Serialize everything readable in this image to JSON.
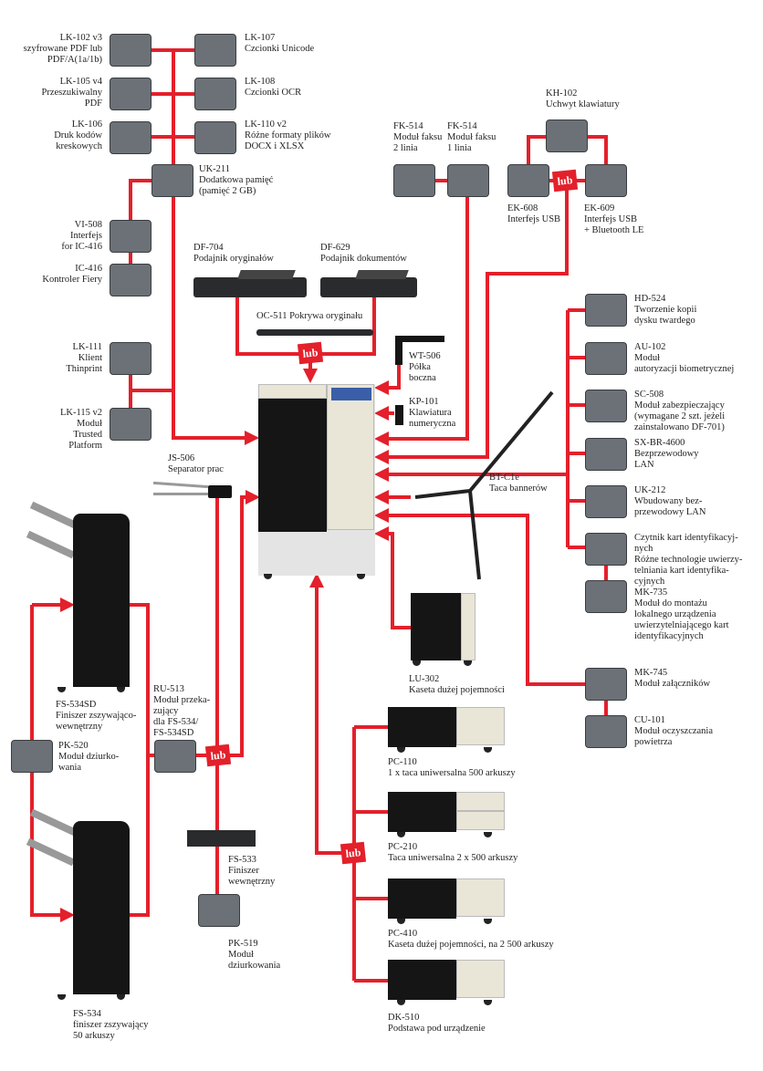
{
  "colors": {
    "connector": "#e3202b",
    "module_box": "#6b7177",
    "or_badge": "#e3202b"
  },
  "or_label": "lub",
  "items": {
    "lk102": {
      "model": "LK-102 v3",
      "desc": "szyfrowane PDF lub\nPDF/A(1a/1b)"
    },
    "lk107": {
      "model": "LK-107",
      "desc": "Czcionki Unicode"
    },
    "lk105": {
      "model": "LK-105 v4",
      "desc": "Przeszukiwalny\nPDF"
    },
    "lk108": {
      "model": "LK-108",
      "desc": "Czcionki OCR"
    },
    "lk106": {
      "model": "LK-106",
      "desc": "Druk kodów\nkreskowych"
    },
    "lk110": {
      "model": "LK-110 v2",
      "desc": "Różne formaty plików\nDOCX i XLSX"
    },
    "uk211": {
      "model": "UK-211",
      "desc": "Dodatkowa pamięć\n(pamięć 2 GB)"
    },
    "vi508": {
      "model": "VI-508",
      "desc": "Interfejs\nfor IC-416"
    },
    "ic416": {
      "model": "IC-416",
      "desc": "Kontroler Fiery"
    },
    "lk111": {
      "model": "LK-111",
      "desc": "Klient\nThinprint"
    },
    "lk115": {
      "model": "LK-115 v2",
      "desc": "Moduł\nTrusted\nPlatform"
    },
    "df704": {
      "model": "DF-704",
      "desc": "Podajnik oryginałów"
    },
    "df629": {
      "model": "DF-629",
      "desc": "Podajnik dokumentów"
    },
    "oc511": {
      "model": "OC-511 Pokrywa oryginału"
    },
    "wt506": {
      "model": "WT-506",
      "desc": "Półka\nboczna"
    },
    "kp101": {
      "model": "KP-101",
      "desc": "Klawiatura\nnumeryczna"
    },
    "fk514_2": {
      "model": "FK-514",
      "desc": "Moduł faksu\n2 linia"
    },
    "fk514_1": {
      "model": "FK-514",
      "desc": "Moduł faksu\n1 linia"
    },
    "kh102": {
      "model": "KH-102",
      "desc": "Uchwyt klawiatury"
    },
    "ek608": {
      "model": "EK-608",
      "desc": "Interfejs USB"
    },
    "ek609": {
      "model": "EK-609",
      "desc": "Interfejs USB\n+ Bluetooth LE"
    },
    "hd524": {
      "model": "HD-524",
      "desc": "Tworzenie kopii\ndysku twardego"
    },
    "au102": {
      "model": "AU-102",
      "desc": "Moduł\nautoryzacji biometrycznej"
    },
    "sc508": {
      "model": "SC-508",
      "desc": "Moduł zabezpieczający\n(wymagane 2 szt. jeżeli\nzainstalowano DF-701)"
    },
    "sxbr": {
      "model": "SX-BR-4600",
      "desc": "Bezprzewodowy\nLAN"
    },
    "uk212": {
      "model": "UK-212",
      "desc": "Wbudowany bez-\nprzewodowy LAN"
    },
    "idcard": {
      "model": "Czytnik kart identyfikacyj-\nnych",
      "desc": "Różne technologie uwierzy-\ntelniania kart identyfika-\ncyjnych"
    },
    "mk735": {
      "model": "MK-735",
      "desc": "Moduł do montażu\nlokalnego urządzenia\nuwierzytelniającego kart\nidentyfikacyjnych"
    },
    "mk745": {
      "model": "MK-745",
      "desc": "Moduł załączników"
    },
    "cu101": {
      "model": "CU-101",
      "desc": "Moduł oczyszczania\npowietrza"
    },
    "js506": {
      "model": "JS-506",
      "desc": "Separator prac"
    },
    "btc1e": {
      "model": "BT-C1e",
      "desc": "Taca bannerów"
    },
    "lu302": {
      "model": "LU-302",
      "desc": "Kaseta dużej pojemności"
    },
    "fs534sd": {
      "model": "FS-534SD",
      "desc": "Finiszer zszywająco-\nwewnętrzny"
    },
    "pk520": {
      "model": "PK-520",
      "desc": "Moduł dziurko-\nwania"
    },
    "ru513": {
      "model": "RU-513",
      "desc": "Moduł przeka-\nzujący\ndla FS-534/\nFS-534SD"
    },
    "fs533": {
      "model": "FS-533",
      "desc": "Finiszer\nwewnętrzny"
    },
    "pk519": {
      "model": "PK-519",
      "desc": "Moduł\ndziurkowania"
    },
    "fs534": {
      "model": "FS-534",
      "desc": "finiszer zszywający\n50 arkuszy"
    },
    "pc110": {
      "model": "PC-110",
      "desc": "1 x taca uniwersalna 500 arkuszy"
    },
    "pc210": {
      "model": "PC-210",
      "desc": "Taca uniwersalna 2 x 500 arkuszy"
    },
    "pc410": {
      "model": "PC-410",
      "desc": "Kaseta dużej pojemności, na 2 500 arkuszy"
    },
    "dk510": {
      "model": "DK-510",
      "desc": "Podstawa pod urządzenie"
    }
  }
}
